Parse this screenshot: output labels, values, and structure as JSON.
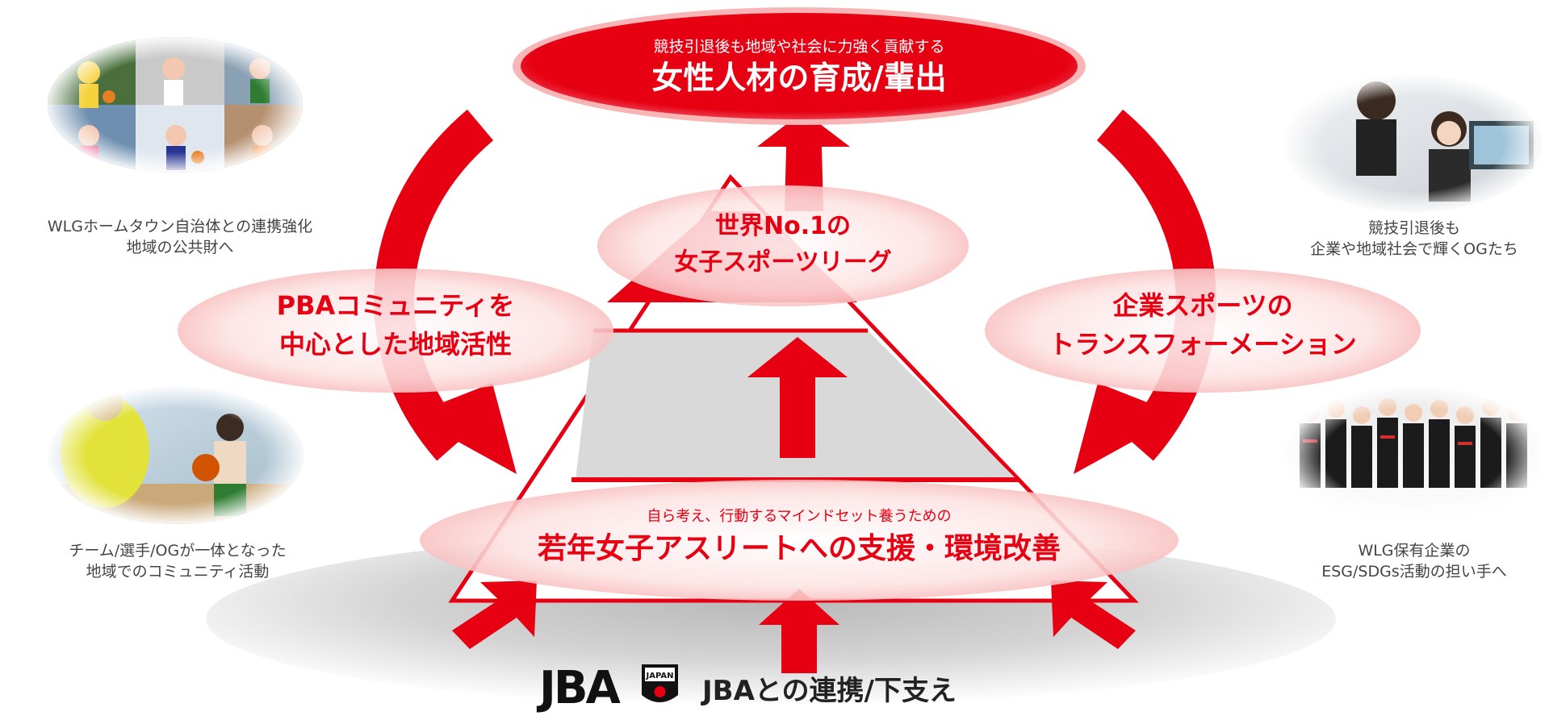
{
  "top_goal": {
    "subtitle": "競技引退後も地域や社会に力強く貢献する",
    "title": "女性人材の育成/輩出"
  },
  "league": {
    "line1": "世界No.1の",
    "line2": "女子スポーツリーグ"
  },
  "left_pillar": {
    "line1": "PBAコミュニティを",
    "line2": "中心とした地域活性"
  },
  "right_pillar": {
    "line1": "企業スポーツの",
    "line2": "トランスフォーメーション"
  },
  "base_support": {
    "subtitle": "自ら考え、行動するマインドセット養うための",
    "title": "若年女子アスリートへの支援・環境改善"
  },
  "footer": {
    "logo_text": "JBA",
    "badge_text": "JAPAN",
    "label": "JBAとの連携/下支え"
  },
  "captions": {
    "top_left": [
      "WLGホームタウン自治体との連携強化",
      "地域の公共財へ"
    ],
    "bottom_left": [
      "チーム/選手/OGが一体となった",
      "地域でのコミュニティ活動"
    ],
    "top_right": [
      "競技引退後も",
      "企業や地域社会で輝くOGたち"
    ],
    "bottom_right": [
      "WLG保有企業の",
      "ESG/SDGs活動の担い手へ"
    ]
  },
  "colors": {
    "accent_red": "#e60012",
    "pyramid_gray": "#d9d9d9",
    "text_red": "#e60012",
    "caption_gray": "#444444"
  }
}
